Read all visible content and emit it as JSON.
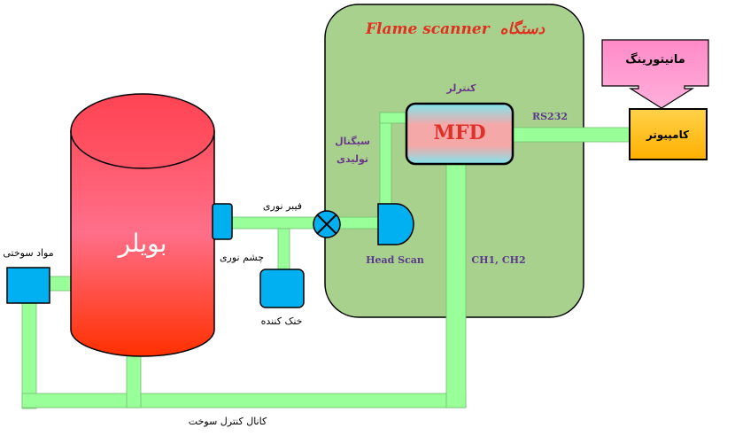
{
  "device": {
    "title_en": "Flame scanner",
    "title_fa": "دستگاه",
    "controller_label": "کنترلر",
    "mfd_label": "MFD",
    "signal_label_line1": "سیگنال",
    "signal_label_line2": "تولیدی",
    "head_scan_label": "Head Scan",
    "channels_label": "CH1, CH2"
  },
  "boiler": {
    "label": "بویلر"
  },
  "fuel": {
    "label": "مواد سوختی"
  },
  "fiber": {
    "label": "فیبر نوری"
  },
  "eye": {
    "label": "چشم نوری"
  },
  "cooler": {
    "label": "خنک کننده"
  },
  "control_channel": {
    "label": "کانال کنترل سوخت"
  },
  "computer": {
    "label": "کامپیوتر",
    "link_label": "RS232"
  },
  "monitoring": {
    "label": "مانیتورینگ"
  },
  "colors": {
    "device_bg": "#a9d18e",
    "pipe": "#99ff99",
    "box_blue": "#00b0f0",
    "title_red": "#e03020",
    "boiler_top": "#ff5a6a",
    "boiler_bottom": "#ff3300",
    "monitor_pink": "#ff99cc",
    "computer_yellow": "#ffc000"
  }
}
